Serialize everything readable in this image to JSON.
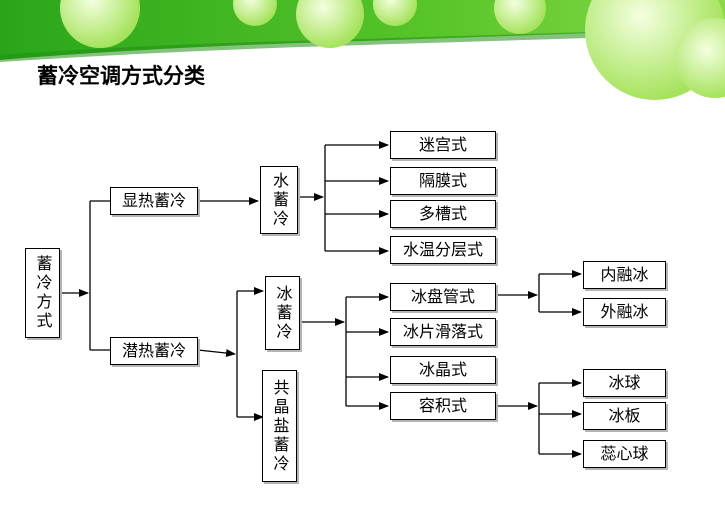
{
  "title": "蓄冷空调方式分类",
  "theme": {
    "banner_dark": "#2fae1c",
    "banner_light": "#9be25a",
    "bubble": "#d9f7a6"
  },
  "nodes": {
    "root": "蓄冷方式",
    "sensible": "显热蓄冷",
    "latent": "潜热蓄冷",
    "water": "水蓄冷",
    "ice": "冰蓄冷",
    "eutectic": "共晶盐蓄冷",
    "water_types": [
      "迷宫式",
      "隔膜式",
      "多槽式",
      "水温分层式"
    ],
    "ice_types": [
      "冰盘管式",
      "冰片滑落式",
      "冰晶式",
      "容积式"
    ],
    "coil_types": [
      "内融冰",
      "外融冰"
    ],
    "capsule_types": [
      "冰球",
      "冰板",
      "蕊心球"
    ]
  }
}
